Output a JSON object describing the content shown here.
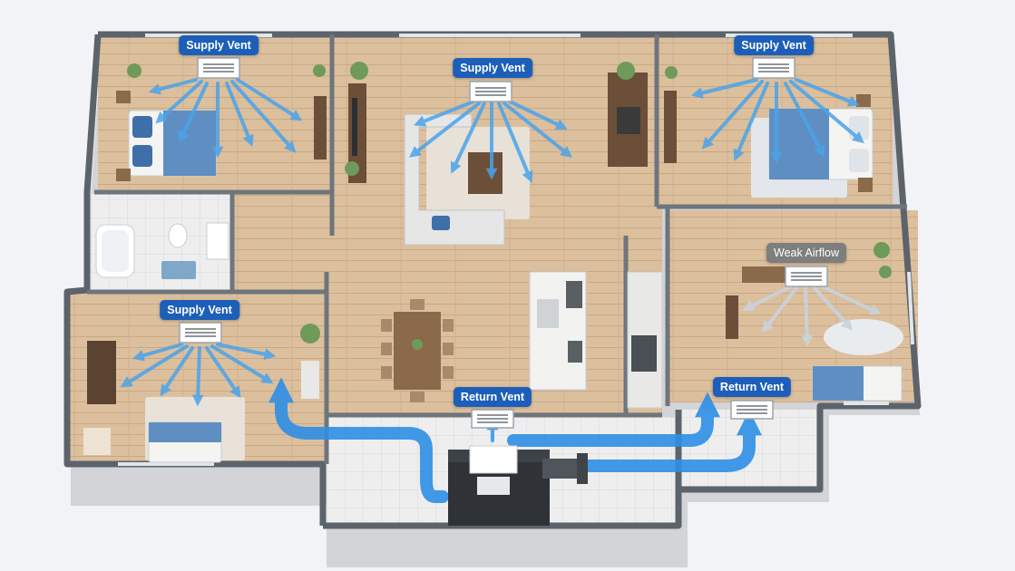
{
  "diagram": {
    "labels": [
      {
        "id": "supply-nw",
        "text": "Supply Vent",
        "kind": "supply"
      },
      {
        "id": "supply-living",
        "text": "Supply Vent",
        "kind": "supply"
      },
      {
        "id": "supply-ne",
        "text": "Supply Vent",
        "kind": "supply"
      },
      {
        "id": "supply-sw",
        "text": "Supply Vent",
        "kind": "supply"
      },
      {
        "id": "weak-se",
        "text": "Weak Airflow",
        "kind": "weak"
      },
      {
        "id": "return-center",
        "text": "Return Vent",
        "kind": "return"
      },
      {
        "id": "return-se",
        "text": "Return Vent",
        "kind": "return"
      }
    ]
  },
  "colors": {
    "supply_airflow": "#4aa3ea",
    "return_duct": "#2f8fe6",
    "weak_airflow": "#c9d3de",
    "label_background": "#1d5fb8",
    "weak_label_background": "#7e7e7e",
    "floor": "#dcbf9d",
    "wall": "#5c636b"
  },
  "icons": [
    "supply-vent-icon",
    "return-vent-icon",
    "furnace-unit-icon",
    "airflow-arrow-icon"
  ]
}
